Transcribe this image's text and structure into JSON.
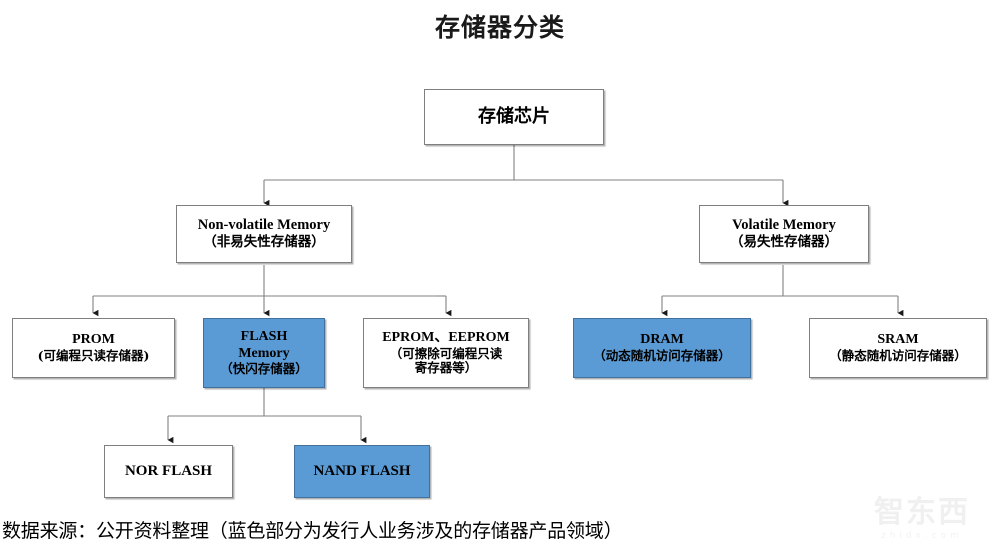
{
  "title": "存储器分类",
  "footer": {
    "note": "数据来源：公开资料整理（蓝色部分为发行人业务涉及的存储器产品领域）"
  },
  "watermark": {
    "logo": "智东西",
    "url": "zhidx.com"
  },
  "colors": {
    "highlight_blue": "#5B9BD5",
    "blue_border": "#41719C",
    "box_border": "#7F7F7F",
    "connector": "#808080",
    "text": "#000000"
  },
  "legend": {
    "blue_meaning": "蓝色部分为发行人业务涉及的存储器产品领域"
  },
  "nodes": {
    "root": {
      "id": "memory-chip",
      "lines": [
        "存储芯片"
      ],
      "highlighted": false
    },
    "nonvolatile": {
      "id": "non-volatile-memory",
      "lines": [
        "Non-volatile Memory",
        "（非易失性存储器）"
      ],
      "highlighted": false
    },
    "volatile": {
      "id": "volatile-memory",
      "lines": [
        "Volatile Memory",
        "（易失性存储器）"
      ],
      "highlighted": false
    },
    "prom": {
      "id": "prom",
      "lines": [
        "PROM",
        "(可编程只读存储器)"
      ],
      "highlighted": false
    },
    "flash": {
      "id": "flash-memory",
      "lines": [
        "FLASH",
        "Memory",
        "（快闪存储器）"
      ],
      "highlighted": true
    },
    "eprom": {
      "id": "eprom-eeprom",
      "lines": [
        "EPROM、EEPROM",
        "（可擦除可编程只读",
        "寄存器等）"
      ],
      "highlighted": false
    },
    "dram": {
      "id": "dram",
      "lines": [
        "DRAM",
        "（动态随机访问存储器）"
      ],
      "highlighted": true
    },
    "sram": {
      "id": "sram",
      "lines": [
        "SRAM",
        "（静态随机访问存储器）"
      ],
      "highlighted": false
    },
    "nor": {
      "id": "nor-flash",
      "lines": [
        "NOR FLASH"
      ],
      "highlighted": false
    },
    "nand": {
      "id": "nand-flash",
      "lines": [
        "NAND FLASH"
      ],
      "highlighted": true
    }
  },
  "edges": [
    {
      "from": "memory-chip",
      "to": "non-volatile-memory"
    },
    {
      "from": "memory-chip",
      "to": "volatile-memory"
    },
    {
      "from": "non-volatile-memory",
      "to": "prom"
    },
    {
      "from": "non-volatile-memory",
      "to": "flash-memory"
    },
    {
      "from": "non-volatile-memory",
      "to": "eprom-eeprom"
    },
    {
      "from": "volatile-memory",
      "to": "dram"
    },
    {
      "from": "volatile-memory",
      "to": "sram"
    },
    {
      "from": "flash-memory",
      "to": "nor-flash"
    },
    {
      "from": "flash-memory",
      "to": "nand-flash"
    }
  ]
}
